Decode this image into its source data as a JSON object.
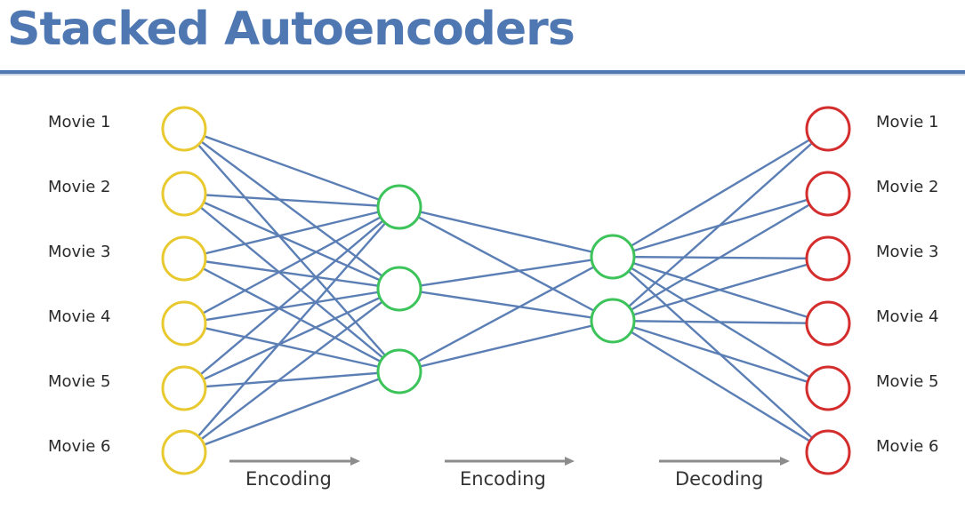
{
  "title": "Stacked Autoencoders",
  "colors": {
    "title": "#4f78b3",
    "connection": "#5b7fb5",
    "input_node": "#e8c930",
    "hidden_node": "#3cc35a",
    "output_node": "#d42d2d",
    "arrow": "#8c8c8c"
  },
  "input_labels": [
    "Movie 1",
    "Movie 2",
    "Movie 3",
    "Movie 4",
    "Movie 5",
    "Movie 6"
  ],
  "output_labels": [
    "Movie 1",
    "Movie 2",
    "Movie 3",
    "Movie 4",
    "Movie 5",
    "Movie 6"
  ],
  "stages": [
    "Encoding",
    "Encoding",
    "Decoding"
  ],
  "layers": [
    {
      "role": "input",
      "node_count": 6
    },
    {
      "role": "hidden",
      "node_count": 3
    },
    {
      "role": "hidden",
      "node_count": 2
    },
    {
      "role": "output",
      "node_count": 6
    }
  ]
}
